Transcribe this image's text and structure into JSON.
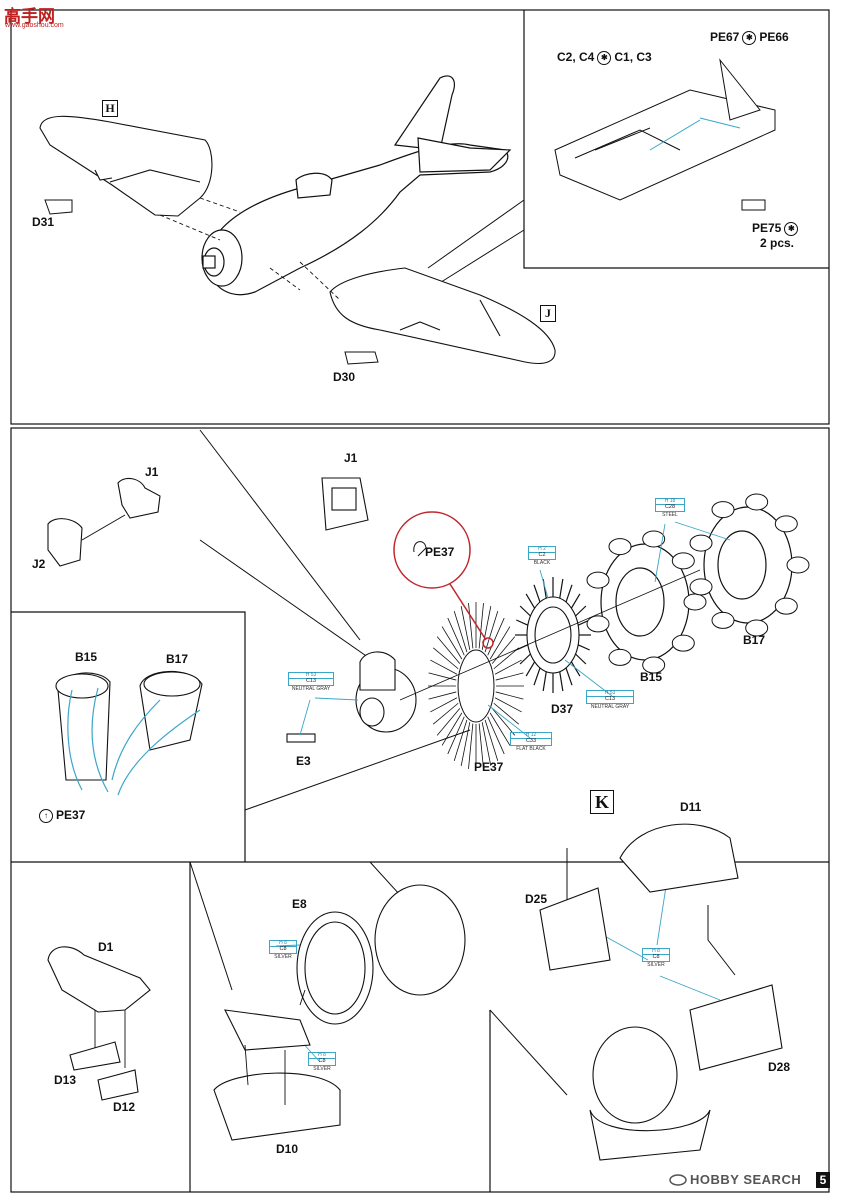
{
  "watermark_top": {
    "logo": "高手网",
    "url": "www.gaoshou.com"
  },
  "step_h": {
    "letter": "H"
  },
  "step_j": {
    "letter": "J"
  },
  "step_k": {
    "letter": "K"
  },
  "parts": {
    "d31": "D31",
    "d30": "D30",
    "c_left": "C2, C4",
    "c_right": "C1, C3",
    "pe67": "PE67",
    "pe66": "PE66",
    "pe75": "PE75",
    "pe75_qty": "2 pcs.",
    "j1": "J1",
    "j2": "J2",
    "j1_top": "J1",
    "pe37_callout": "PE37",
    "pe37": "PE37",
    "pe37_inset": "PE37",
    "b15_inset": "B15",
    "b17_inset": "B17",
    "b15": "B15",
    "b17": "B17",
    "d37": "D37",
    "e3": "E3",
    "d1": "D1",
    "d13": "D13",
    "d12": "D12",
    "e8": "E8",
    "d10": "D10",
    "d11": "D11",
    "d25": "D25",
    "d28": "D28"
  },
  "paints": {
    "steel": {
      "code": "H 18",
      "code2": "C28",
      "name": "STEEL"
    },
    "black": {
      "code": "H 2",
      "code2": "C2",
      "name": "BLACK"
    },
    "neutral_gray_1": {
      "code": "H 53",
      "code2": "C13",
      "name": "NEUTRAL GRAY"
    },
    "neutral_gray_2": {
      "code": "H 53",
      "code2": "C13",
      "name": "NEUTRAL GRAY"
    },
    "flat_black": {
      "code": "H 12",
      "code2": "C33",
      "name": "FLAT BLACK"
    },
    "silver_1": {
      "code": "H 8",
      "code2": "C8",
      "name": "SILVER"
    },
    "silver_2": {
      "code": "H 8",
      "code2": "C8",
      "name": "SILVER"
    },
    "silver_3": {
      "code": "H 8",
      "code2": "C8",
      "name": "SILVER"
    }
  },
  "footer": {
    "brand": "HOBBY SEARCH",
    "page": "5"
  },
  "colors": {
    "line": "#111111",
    "guide": "#3aa6c8",
    "callout": "#c0272d"
  }
}
